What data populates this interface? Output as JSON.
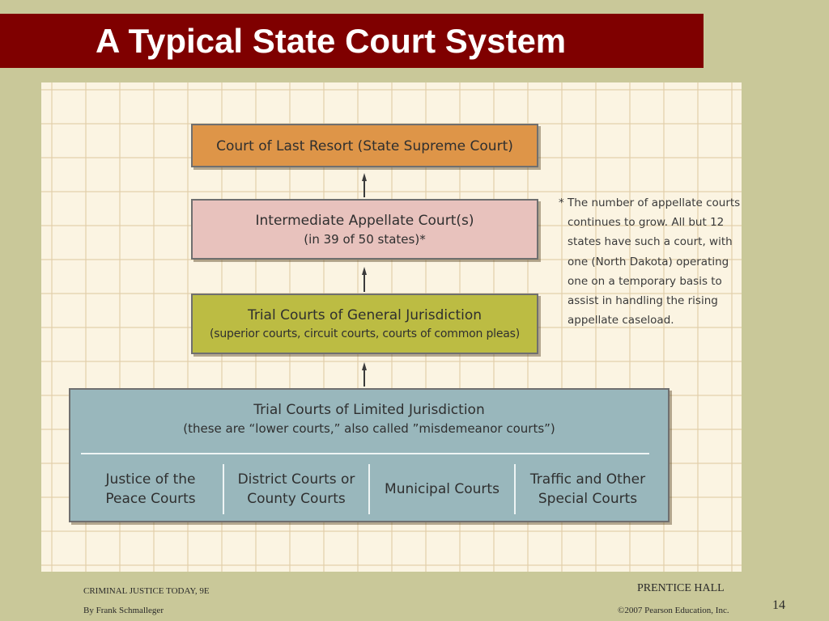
{
  "slide": {
    "title": "A Typical State Court System",
    "page_number": "14"
  },
  "colors": {
    "slide_background": "#c9c899",
    "title_bar": "#7f0000",
    "supreme_court_box": "#de9548",
    "appellate_court_box": "#e8c2bd",
    "general_jurisdiction_box": "#bcbc43",
    "limited_jurisdiction_box": "#99b7bc"
  },
  "diagram": {
    "supreme_court": {
      "label": "Court of Last Resort (State Supreme Court)"
    },
    "appellate_court": {
      "label": "Intermediate Appellate Court(s)",
      "note": "(in 39 of 50 states)*"
    },
    "general_jurisdiction": {
      "label": "Trial Courts of General Jurisdiction",
      "note": "(superior courts, circuit courts, courts of common pleas)"
    },
    "limited_jurisdiction": {
      "label": "Trial Courts of Limited Jurisdiction",
      "note": "(these are “lower courts,” also called ”misdemeanor courts”)",
      "sub_courts": [
        {
          "label": "Justice of the Peace Courts"
        },
        {
          "label": "District Courts or County Courts"
        },
        {
          "label": "Municipal Courts"
        },
        {
          "label": "Traffic and Other Special Courts"
        }
      ]
    },
    "footnote": "* The number of appellate courts continues to grow. All but 12 states have such a court, with one (North Dakota) operating one on a temporary basis to assist in handling the rising appellate caseload."
  },
  "footer": {
    "book_title": "CRIMINAL JUSTICE TODAY, 9E",
    "author": "By Frank Schmalleger",
    "publisher": "PRENTICE HALL",
    "copyright": "©2007 Pearson Education, Inc."
  }
}
